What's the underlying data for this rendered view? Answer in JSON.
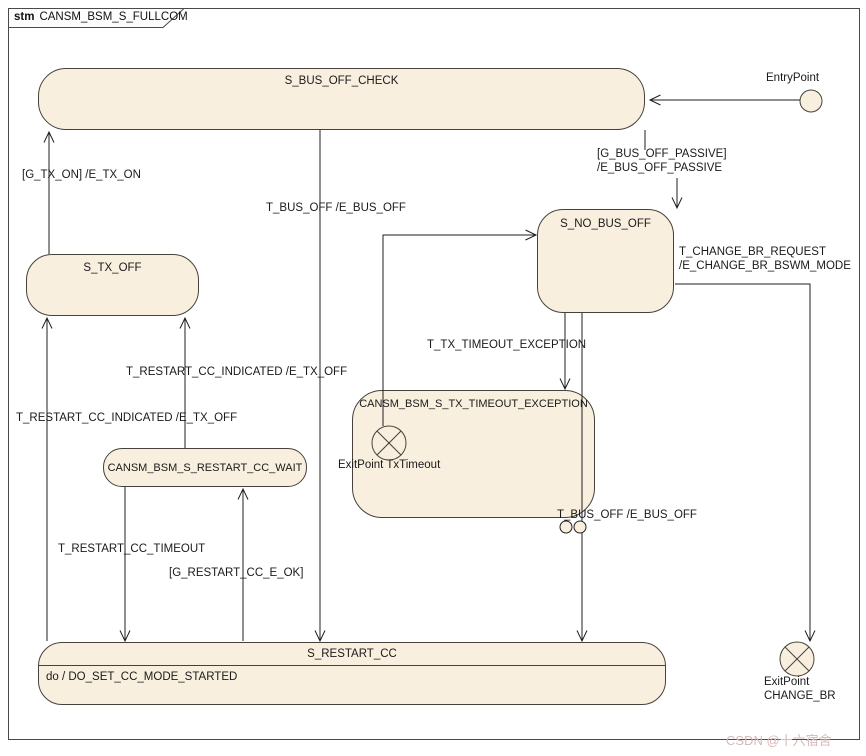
{
  "frame": {
    "keyword": "stm",
    "name": "CANSM_BSM_S_FULLCOM"
  },
  "states": {
    "bus_off_check": {
      "label": "S_BUS_OFF_CHECK"
    },
    "tx_off": {
      "label": "S_TX_OFF"
    },
    "no_bus_off": {
      "label": "S_NO_BUS_OFF"
    },
    "tx_timeout_exception": {
      "label": "CANSM_BSM_S_TX_TIMEOUT_EXCEPTION"
    },
    "restart_cc_wait": {
      "label": "CANSM_BSM_S_RESTART_CC_WAIT"
    },
    "restart_cc": {
      "label": "S_RESTART_CC",
      "do_activity": "do / DO_SET_CC_MODE_STARTED"
    }
  },
  "pseudostates": {
    "entry_point": {
      "label": "EntryPoint"
    },
    "exit_tx_timeout": {
      "label": "ExitPoint TxTimeout"
    },
    "exit_change_br": {
      "line1": "ExitPoint",
      "line2": "CHANGE_BR"
    }
  },
  "transitions": {
    "g_tx_on": "[G_TX_ON] /E_TX_ON",
    "t_bus_off": "T_BUS_OFF /E_BUS_OFF",
    "g_bus_off_passive_line1": "[G_BUS_OFF_PASSIVE]",
    "g_bus_off_passive_line2": "/E_BUS_OFF_PASSIVE",
    "t_change_br_line1": "T_CHANGE_BR_REQUEST",
    "t_change_br_line2": "/E_CHANGE_BR_BSWM_MODE",
    "t_tx_timeout_exception": "T_TX_TIMEOUT_EXCEPTION",
    "t_restart_cc_indicated_upper": "T_RESTART_CC_INDICATED /E_TX_OFF",
    "t_restart_cc_indicated_lower": "T_RESTART_CC_INDICATED /E_TX_OFF",
    "t_bus_off_exit": "T_BUS_OFF /E_BUS_OFF",
    "t_restart_cc_timeout": "T_RESTART_CC_TIMEOUT",
    "g_restart_cc_e_ok": "[G_RESTART_CC_E_OK]"
  },
  "watermark": "CSDN @十六宿舍",
  "colors": {
    "state_fill": "#F9EFDE",
    "state_border": "#46423B",
    "line": "#1F1F1F",
    "frame_border": "#4A4A4A",
    "watermark": "#D8B9B9"
  }
}
